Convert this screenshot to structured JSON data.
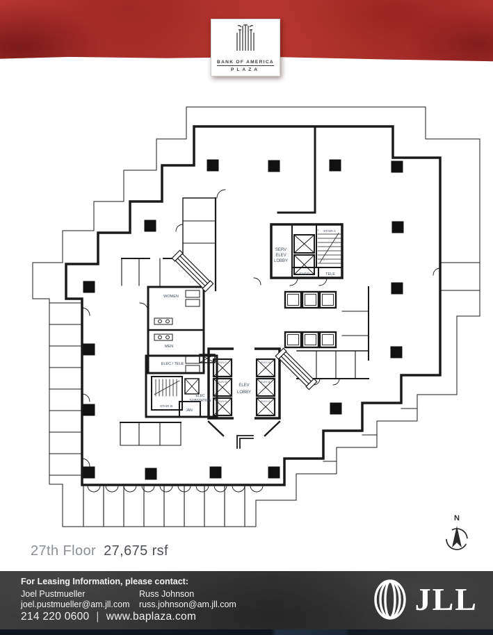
{
  "banner": {
    "building_name_line1": "BANK OF AMERICA",
    "building_name_line2": "PLAZA"
  },
  "floor_info": {
    "floor_label": "27th Floor",
    "area_label": "27,675 rsf"
  },
  "plan": {
    "compass_label": "N",
    "labels": {
      "serv_elev_lobby_1": "SERV",
      "serv_elev_lobby_2": "ELEV",
      "serv_elev_lobby_3": "LOBBY",
      "stair_a": "STAIR A",
      "elec_top": "ELEC",
      "tele_top": "TELE",
      "women": "WOMEN",
      "men": "MEN",
      "elec_tele": "ELEC / TELE",
      "stair_b": "STAIR B",
      "substation_1": "ELEC",
      "substation_2": "SUBSTATION",
      "jan": "JAN",
      "elev_lobby_1": "ELEV",
      "elev_lobby_2": "LOBBY"
    },
    "elevator_labels": [
      "ELEV 7",
      "ELEV 8",
      "ELEV 9",
      "ELEV 10",
      "ELEV 11",
      "ELEV 12"
    ]
  },
  "footer": {
    "heading": "For Leasing Information, please contact:",
    "contacts": [
      {
        "name": "Joel Pustmueller",
        "email": "joel.pustmueller@am.jll.com"
      },
      {
        "name": "Russ Johnson",
        "email": "russ.johnson@am.jll.com"
      }
    ],
    "phone": "214 220 0600",
    "separator": "|",
    "website": "www.baplaza.com",
    "brand_name": "JLL"
  },
  "colors": {
    "banner_red": "#b43431",
    "footer_bg": "#3a3a3a",
    "plan_line": "#1a1a1a",
    "plan_label": "#3d4c5c",
    "floor_text": "#8b9094",
    "area_text": "#4c5055"
  }
}
